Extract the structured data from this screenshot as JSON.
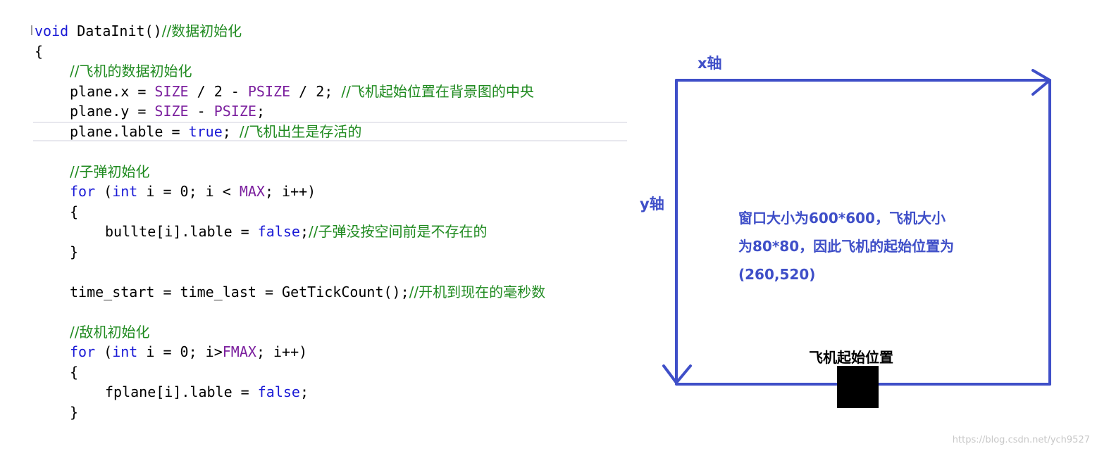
{
  "code": {
    "l1_kw": "void",
    "l1_fn": " DataInit()",
    "l1_cm": "//数据初始化",
    "l2": "{",
    "l3_cm": "//飞机的数据初始化",
    "l4_a": "plane.x = ",
    "l4_m1": "SIZE",
    "l4_b": " / 2 - ",
    "l4_m2": "PSIZE",
    "l4_c": " / 2; ",
    "l4_cm": "//飞机起始位置在背景图的中央",
    "l5_a": "plane.y = ",
    "l5_m1": "SIZE",
    "l5_b": " - ",
    "l5_m2": "PSIZE",
    "l5_c": ";",
    "l6_a": "plane.lable = ",
    "l6_kw": "true",
    "l6_b": "; ",
    "l6_cm": "//飞机出生是存活的",
    "l8_cm": "//子弹初始化",
    "l9_kw1": "for",
    "l9_a": " (",
    "l9_kw2": "int",
    "l9_b": " i = 0; i < ",
    "l9_m": "MAX",
    "l9_c": "; i++)",
    "l10": "{",
    "l11_a": "bullte[i].lable = ",
    "l11_kw": "false",
    "l11_b": ";",
    "l11_cm": "//子弹没按空间前是不存在的",
    "l12": "}",
    "l14_a": "time_start = time_last = GetTickCount();",
    "l14_cm": "//开机到现在的毫秒数",
    "l16_cm": "//敌机初始化",
    "l17_kw1": "for",
    "l17_a": " (",
    "l17_kw2": "int",
    "l17_b": " i = 0; i>",
    "l17_m": "FMAX",
    "l17_c": "; i++)",
    "l18": "{",
    "l19_a": "fplane[i].lable = ",
    "l19_kw": "false",
    "l19_b": ";",
    "l20": "}"
  },
  "diagram": {
    "x_axis_label": "x轴",
    "y_axis_label": "y轴",
    "note_line1": "窗口大小为600*600，飞机大小",
    "note_line2": "为80*80，因此飞机的起始位置为",
    "note_line3": "(260,520)",
    "plane_label": "飞机起始位置",
    "axis_color": "#3f4fc8"
  },
  "watermark": "https://blog.csdn.net/ych9527"
}
